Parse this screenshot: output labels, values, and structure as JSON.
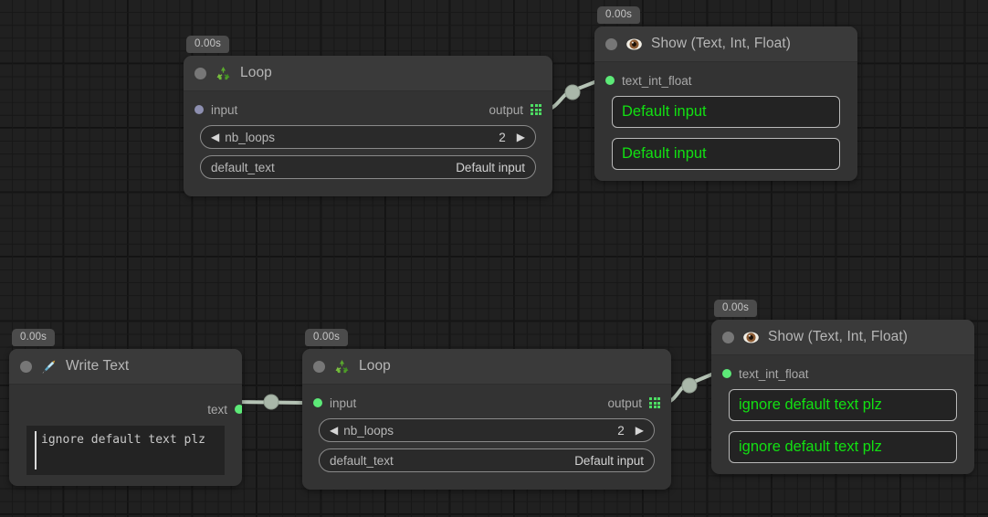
{
  "canvas": {
    "background_color": "#202020",
    "grid_line_color": "#171717",
    "grid_major_color": "#121212"
  },
  "colors": {
    "node_body": "#333333",
    "node_header": "#3a3a3a",
    "title_text": "#b6b6b6",
    "port_green": "#5dea78",
    "port_blue": "#8d8fb0",
    "value_green": "#12e012",
    "edge": "#b6c4b6",
    "timer_badge": "#4b4b4b"
  },
  "nodes": [
    {
      "id": "loop-top",
      "timer": "0.00s",
      "icon": "recycle-icon",
      "title": "Loop",
      "input_port": {
        "label": "input",
        "state": "unconnected"
      },
      "output_port": {
        "label": "output",
        "icon": "grid-icon"
      },
      "params": [
        {
          "name": "nb_loops",
          "value": "2",
          "type": "stepper",
          "left_arrow": "◀",
          "right_arrow": "▶"
        },
        {
          "name": "default_text",
          "value": "Default input",
          "type": "text"
        }
      ]
    },
    {
      "id": "show-top",
      "timer": "0.00s",
      "icon": "eye-icon",
      "title": "Show (Text, Int, Float)",
      "input_port": {
        "label": "text_int_float",
        "state": "connected"
      },
      "values": [
        "Default input",
        "Default input"
      ]
    },
    {
      "id": "write-text",
      "timer": "0.00s",
      "icon": "pen-icon",
      "title": "Write Text",
      "output_port": {
        "label": "text",
        "state": "connected"
      },
      "editor_text": "ignore default text plz"
    },
    {
      "id": "loop-bottom",
      "timer": "0.00s",
      "icon": "recycle-icon",
      "title": "Loop",
      "input_port": {
        "label": "input",
        "state": "connected"
      },
      "output_port": {
        "label": "output",
        "icon": "grid-icon"
      },
      "params": [
        {
          "name": "nb_loops",
          "value": "2",
          "type": "stepper",
          "left_arrow": "◀",
          "right_arrow": "▶"
        },
        {
          "name": "default_text",
          "value": "Default input",
          "type": "text"
        }
      ]
    },
    {
      "id": "show-bottom",
      "timer": "0.00s",
      "icon": "eye-icon",
      "title": "Show (Text, Int, Float)",
      "input_port": {
        "label": "text_int_float",
        "state": "connected"
      },
      "values": [
        "ignore default text plz",
        "ignore default text plz"
      ]
    }
  ]
}
